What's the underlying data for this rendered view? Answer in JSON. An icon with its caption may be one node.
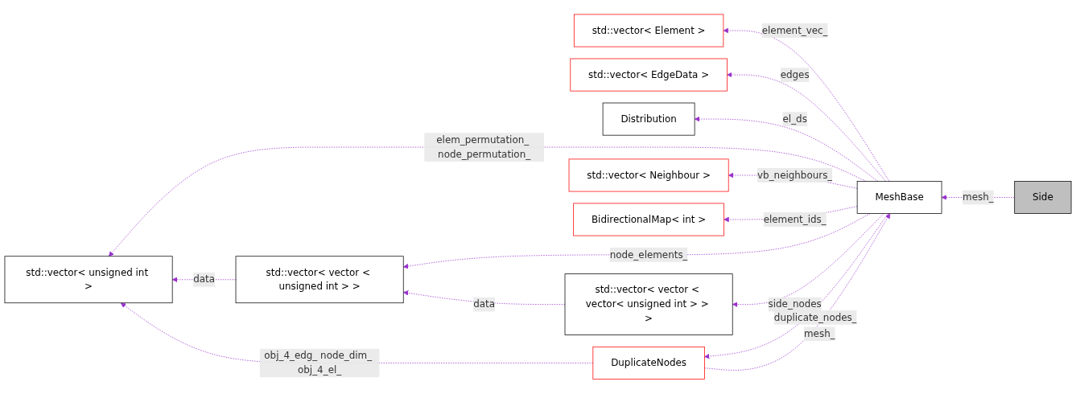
{
  "diagram": {
    "nodes": [
      {
        "text": [
          "std::vector< unsigned int >"
        ]
      },
      {
        "text": [
          "std::vector< vector < unsigned int > >"
        ]
      },
      {
        "text": [
          "std::vector< Element >"
        ]
      },
      {
        "text": [
          "std::vector< EdgeData >"
        ]
      },
      {
        "text": [
          "Distribution"
        ]
      },
      {
        "text": [
          "std::vector< vector < vector< unsigned int > > >"
        ]
      },
      {
        "text": [
          "std::vector< Neighbour >"
        ]
      },
      {
        "text": [
          "BidirectionalMap< int >"
        ]
      },
      {
        "text": [
          "MeshBase"
        ]
      },
      {
        "text": [
          "Side"
        ]
      },
      {
        "text": [
          "DuplicateNodes"
        ]
      }
    ],
    "edges": [
      {
        "from": 8,
        "to": 0,
        "arrow": "to",
        "label": "elem_permutation_ node_permutation_",
        "style": "dashed"
      },
      {
        "from": 8,
        "to": 2,
        "arrow": "to",
        "label": "element_vec_",
        "style": "dashed"
      },
      {
        "from": 8,
        "to": 3,
        "arrow": "to",
        "label": "edges",
        "style": "dashed"
      },
      {
        "from": 8,
        "to": 4,
        "arrow": "to",
        "label": "el_ds",
        "style": "dashed"
      },
      {
        "from": 1,
        "to": 0,
        "arrow": "to",
        "label": "data",
        "style": "dashed"
      },
      {
        "from": 8,
        "to": 1,
        "arrow": "to",
        "label": "node_elements_",
        "style": "dashed"
      },
      {
        "from": 5,
        "to": 1,
        "arrow": "to",
        "label": "data",
        "style": "dashed"
      },
      {
        "from": 8,
        "to": 5,
        "arrow": "to",
        "label": "side_nodes",
        "style": "dashed"
      },
      {
        "from": 8,
        "to": 6,
        "arrow": "to",
        "label": "vb_neighbours_",
        "style": "dashed"
      },
      {
        "from": 8,
        "to": 7,
        "arrow": "to",
        "label": "element_ids_",
        "style": "dashed"
      },
      {
        "from": 9,
        "to": 8,
        "arrow": "to",
        "label": "mesh_",
        "style": "dashed"
      },
      {
        "from": 10,
        "to": 8,
        "arrow": "to",
        "label": "mesh_",
        "style": "dashed"
      },
      {
        "from": 8,
        "to": 10,
        "arrow": "to",
        "label": "duplicate_nodes_",
        "style": "dashed"
      },
      {
        "from": 10,
        "to": 0,
        "arrow": "to",
        "label": "obj_4_edg_ node_dim_ obj_4_el_",
        "style": "dashed"
      }
    ]
  }
}
